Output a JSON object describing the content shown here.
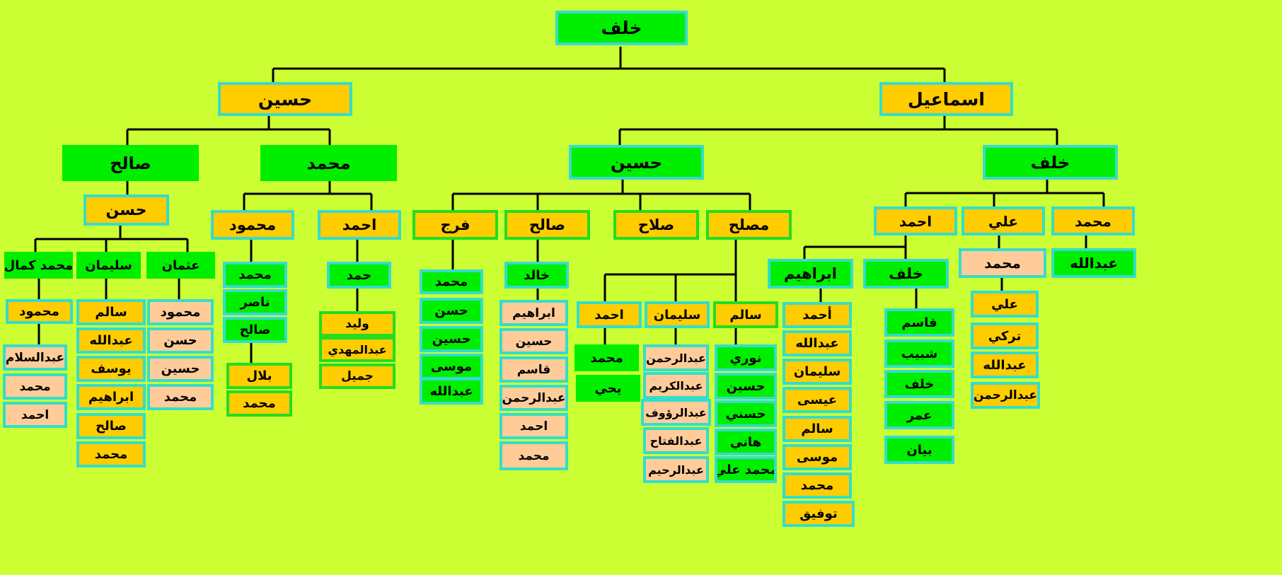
{
  "colors": {
    "background": "#ccff33",
    "green": "#00ee00",
    "orange": "#ffcc00",
    "peach": "#ffcc99",
    "cyan_border": "#33ddcc",
    "green_border": "#22dd22",
    "line": "#000000"
  },
  "tree": {
    "root": "خلف",
    "l1": {
      "left": "حسين",
      "right": "اسماعيل"
    },
    "l2": {
      "salih": "صالح",
      "muhammad": "محمد",
      "husain": "حسين",
      "khalaf": "خلف"
    },
    "hasan": "حسن",
    "hasan_children": {
      "muhammad_kamal": "محمد كمال",
      "sulaiman": "سليمان",
      "uthman": "عثمان"
    },
    "col_mk": {
      "mahmoud": "محمود",
      "items": [
        "عبدالسلام",
        "محمد",
        "احمد"
      ]
    },
    "col_sulaiman": [
      "سالم",
      "عبدالله",
      "يوسف",
      "ابراهيم",
      "صالح",
      "محمد"
    ],
    "col_uthman": [
      "محمود",
      "حسن",
      "حسين",
      "محمد"
    ],
    "muhammad_children": {
      "mahmoud": "محمود",
      "ahmad": "احمد"
    },
    "col_mahmoud": [
      "محمد",
      "ناصر",
      "صالح"
    ],
    "col_mahmoud_sub": [
      "بلال",
      "محمد"
    ],
    "col_ahmad": {
      "hamad": "حمد",
      "items": [
        "وليد",
        "عبدالمهدي",
        "جميل"
      ]
    },
    "husain_children": {
      "faraj": "فرج",
      "salih": "صالح",
      "salah": "صلاح",
      "muslih": "مصلح"
    },
    "col_faraj": [
      "محمد",
      "حسن",
      "حسين",
      "موسى",
      "عبدالله"
    ],
    "col_salih": {
      "khalid": "خالد",
      "items": [
        "ابراهيم",
        "حسين",
        "قاسم",
        "عبدالرحمن",
        "احمد",
        "محمد"
      ]
    },
    "muslih_children": {
      "ahmad": "احمد",
      "sulaiman": "سليمان",
      "salim": "سالم"
    },
    "col_ahmad2": [
      "محمد",
      "يحي"
    ],
    "col_sulaiman2": [
      "عبدالرحمن",
      "عبدالكريم",
      "عبدالرؤوف",
      "عبدالفتاح",
      "عبدالرحيم"
    ],
    "col_salim": [
      "نوري",
      "حسين",
      "حسني",
      "هاني",
      "محمد علي"
    ],
    "khalaf_children": {
      "ahmad": "احمد",
      "ali": "علي",
      "muhammad": "محمد"
    },
    "ahmad_children": {
      "ibrahim": "ابراهيم",
      "khalaf": "خلف"
    },
    "col_ibrahim": [
      "أحمد",
      "عبدالله",
      "سليمان",
      "عيسى",
      "سالم",
      "موسى",
      "محمد",
      "توفيق"
    ],
    "col_khalaf": [
      "قاسم",
      "شبيب",
      "خلف",
      "عمر",
      "بيان"
    ],
    "col_ali": {
      "muhammad": "محمد",
      "items": [
        "علي",
        "تركي",
        "عبدالله",
        "عبدالرحمن"
      ]
    },
    "col_muhammad": [
      "عبدالله"
    ]
  }
}
